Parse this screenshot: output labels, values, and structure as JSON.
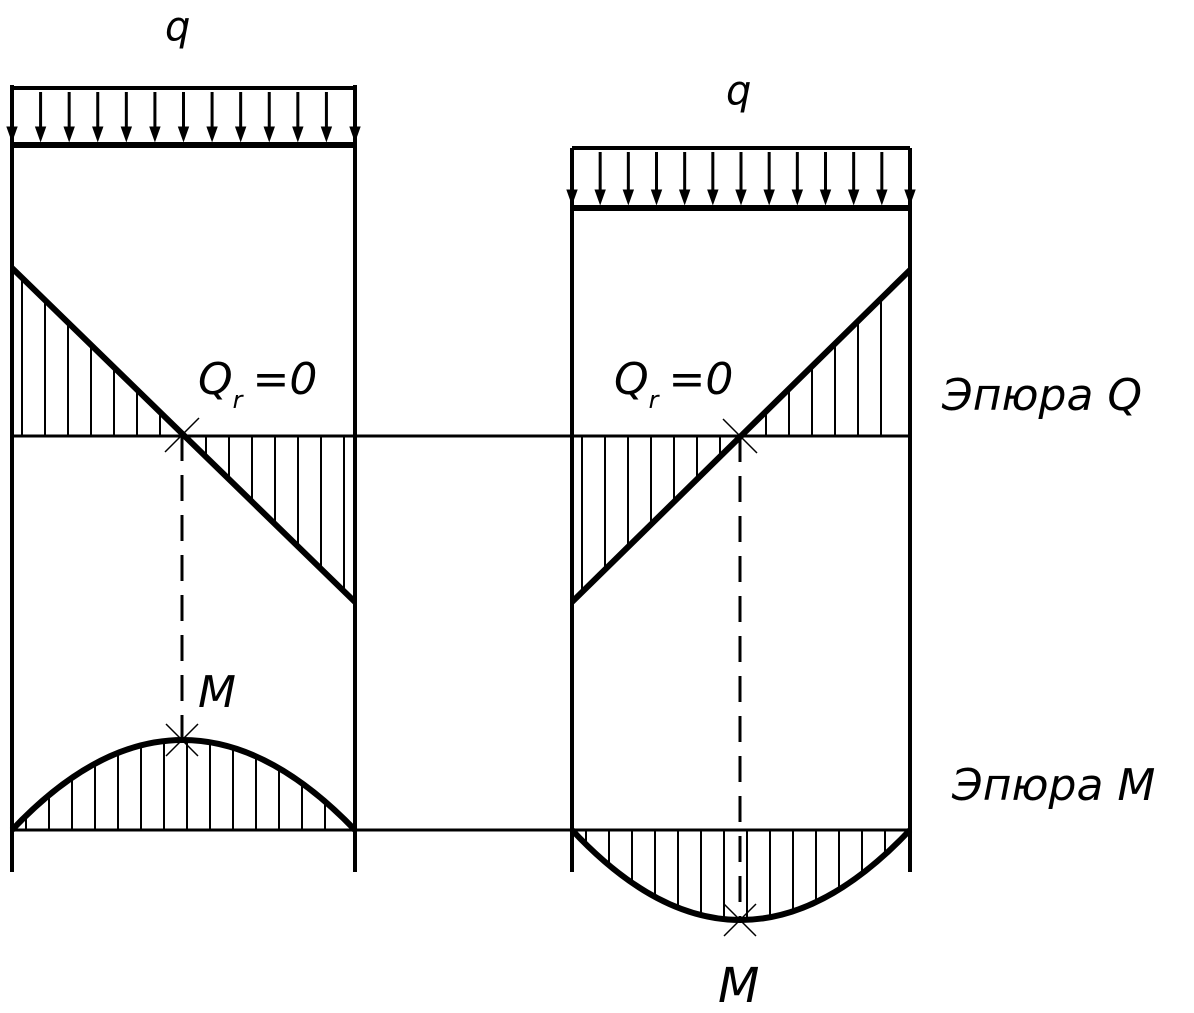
{
  "left_diagram": {
    "load_label": "q",
    "shear_zero_label": "Q",
    "shear_zero_subscript": "r",
    "shear_zero_value": "=0",
    "moment_label": "M"
  },
  "right_diagram": {
    "load_label": "q",
    "shear_zero_label": "Q",
    "shear_zero_subscript": "r",
    "shear_zero_value": "=0",
    "moment_label": "M"
  },
  "captions": {
    "shear_diagram": "Эпюра Q",
    "moment_diagram": "Эпюра M"
  },
  "colors": {
    "ink": "#000000",
    "background": "#ffffff"
  }
}
